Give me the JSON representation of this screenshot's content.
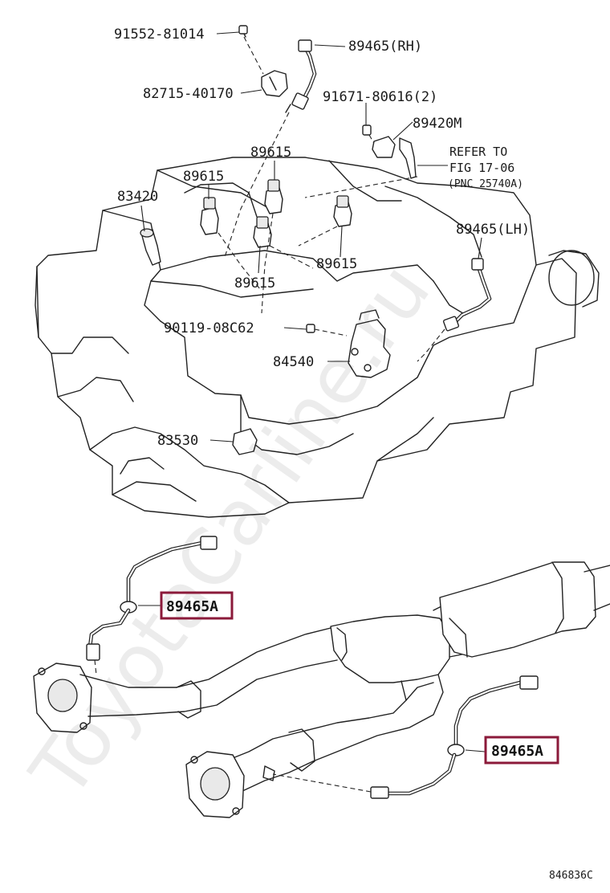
{
  "labels": {
    "p1": "91552-81014",
    "p2": "89465(RH)",
    "p3": "82715-40170",
    "p4": "91671-80616(2)",
    "p5": "89420M",
    "p6": "REFER TO",
    "p7": "FIG 17-06",
    "p8": "(PNC 25740A)",
    "p9": "89615",
    "p10": "89615",
    "p11": "83420",
    "p12": "89465(LH)",
    "p13": "89615",
    "p14": "89615",
    "p15": "90119-08C62",
    "p16": "84540",
    "p17": "83530",
    "p18": "89465A",
    "p19": "89465A",
    "code": "846836C"
  },
  "watermark": "ToyotaCarline.ru",
  "colors": {
    "line": "#222222",
    "highlight_box": "#8b1a3a",
    "background": "#ffffff"
  }
}
